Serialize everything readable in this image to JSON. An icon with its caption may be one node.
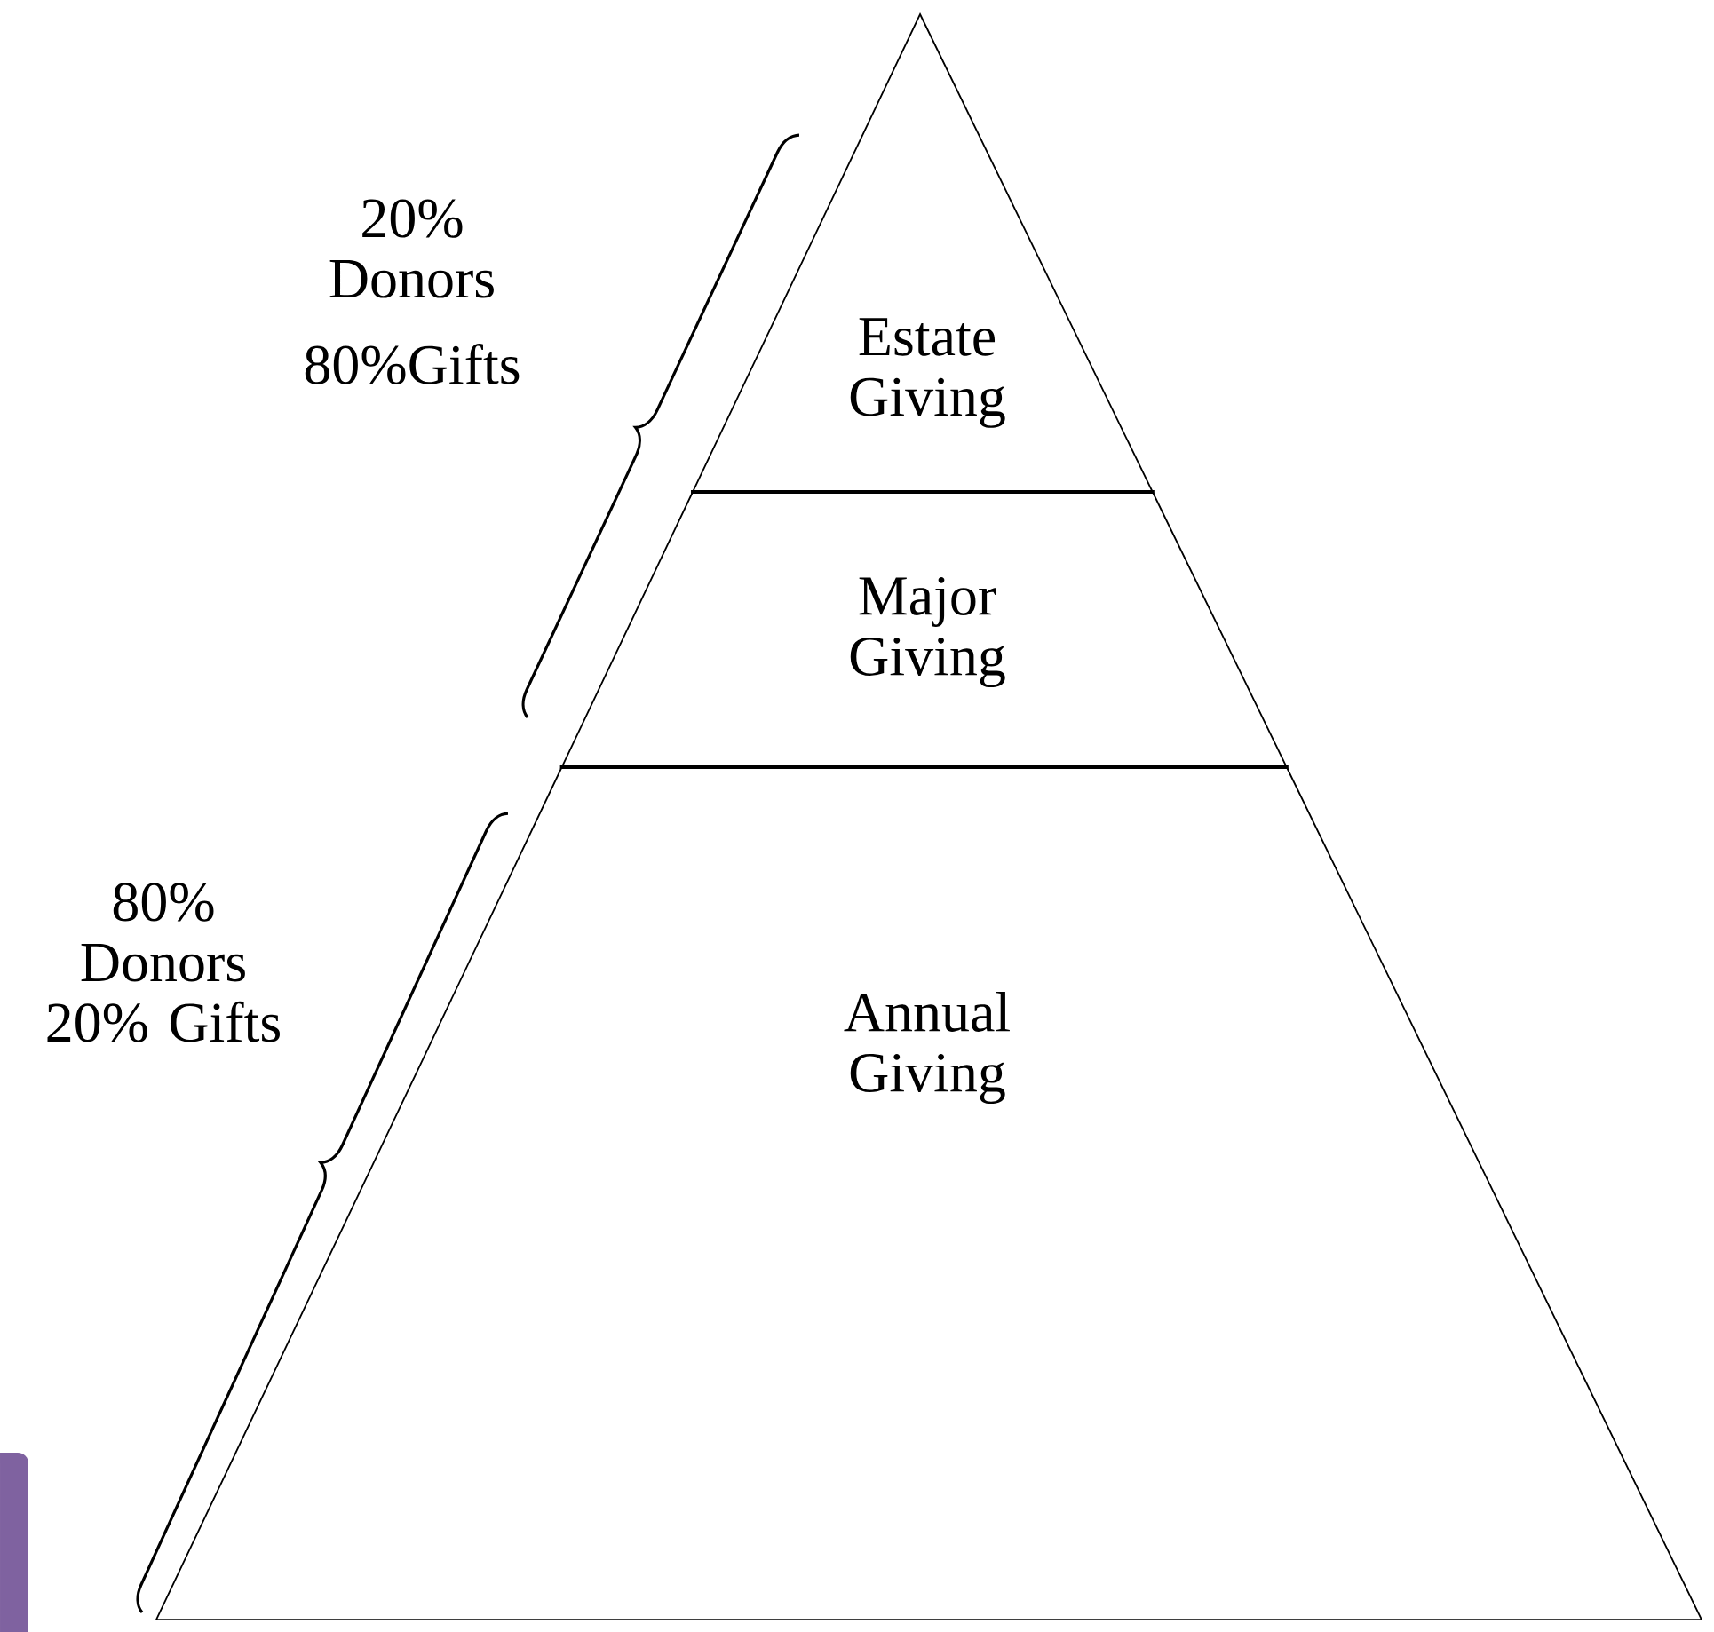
{
  "diagram": {
    "nodes": [
      {
        "text": [
          "Estate Giving"
        ]
      },
      {
        "text": [
          "Major Giving"
        ]
      },
      {
        "text": [
          "Annual Giving"
        ]
      },
      {
        "text": [],
        "shape": "box"
      }
    ],
    "labels": [
      "20% Donors",
      "80%Gifts",
      "80% Donors 20% Gifts"
    ]
  }
}
